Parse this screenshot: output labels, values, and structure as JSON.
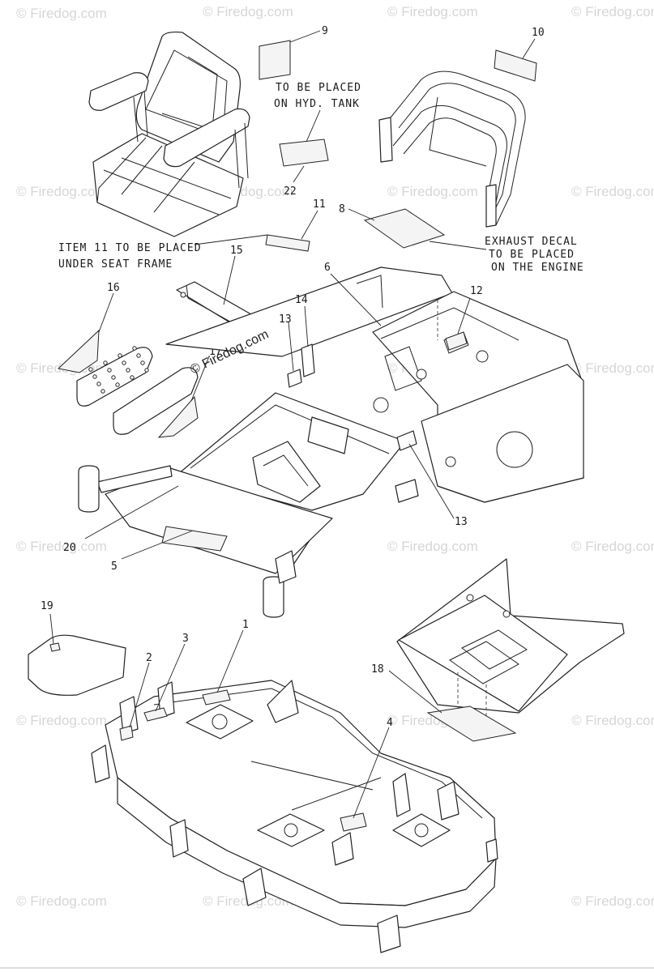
{
  "callouts": {
    "c1": "1",
    "c2": "2",
    "c3": "3",
    "c4": "4",
    "c5": "5",
    "c6": "6",
    "c8": "8",
    "c9": "9",
    "c10": "10",
    "c11": "11",
    "c12": "12",
    "c13a": "13",
    "c13b": "13",
    "c14": "14",
    "c15": "15",
    "c16": "16",
    "c17": "17",
    "c18": "18",
    "c19": "19",
    "c20": "20",
    "c22": "22"
  },
  "notes": {
    "hyd_tank_line1": "TO BE PLACED",
    "hyd_tank_line2": "ON HYD. TANK",
    "item11_line1": "ITEM 11 TO BE PLACED",
    "item11_line2": "UNDER SEAT FRAME",
    "exhaust_line1": "EXHAUST DECAL",
    "exhaust_line2": "TO BE PLACED",
    "exhaust_line3": "ON THE ENGINE"
  },
  "watermark": {
    "text": "© Firedog.com",
    "center_text": "© Firedog.com"
  }
}
